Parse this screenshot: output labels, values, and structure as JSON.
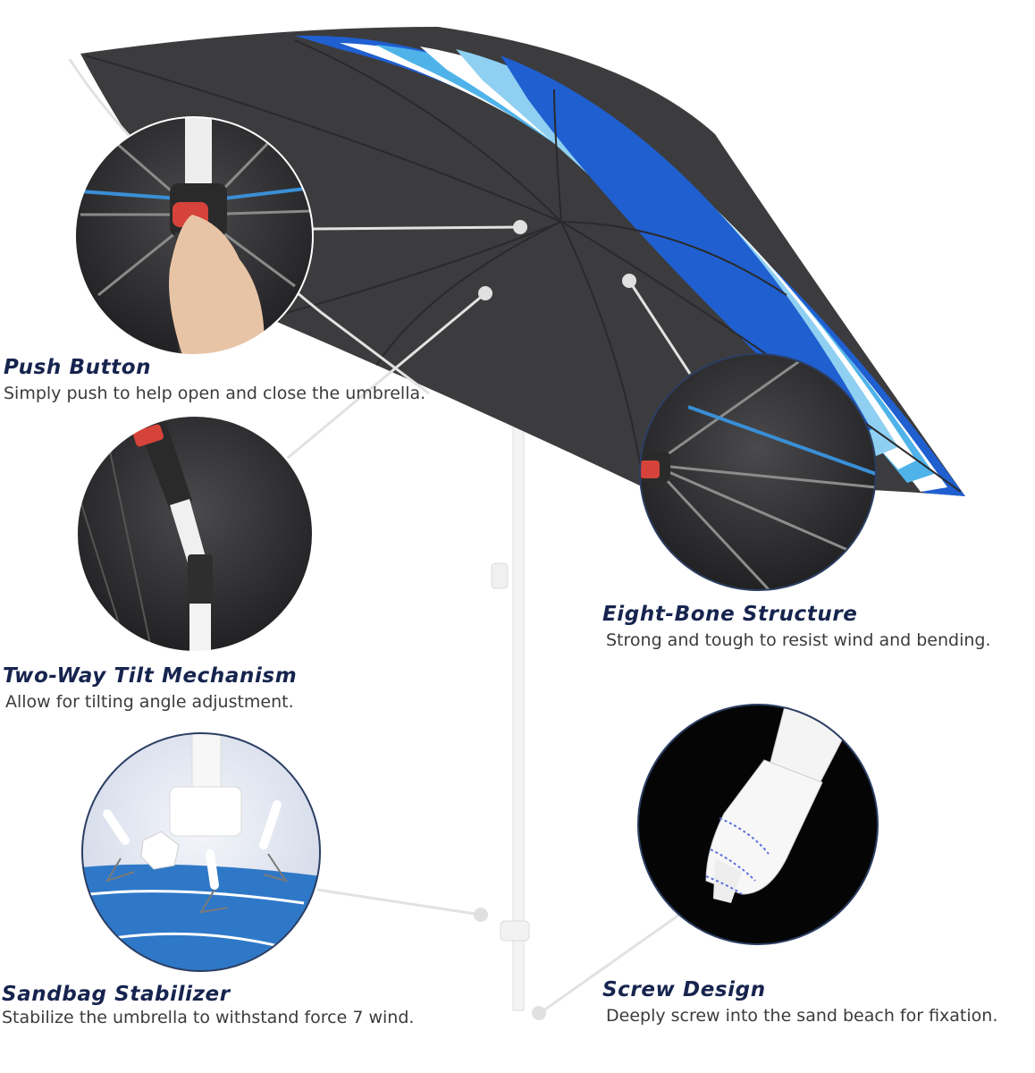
{
  "features": {
    "push_button": {
      "title": "Push Button",
      "description": "Simply push to help open and close the umbrella."
    },
    "tilt": {
      "title": "Two-Way Tilt Mechanism",
      "description": "Allow for  tilting angle adjustment."
    },
    "sandbag": {
      "title": "Sandbag Stabilizer",
      "description": "Stabilize the umbrella to withstand force 7 wind."
    },
    "eight_bone": {
      "title": "Eight-Bone Structure",
      "description": "Strong and tough to resist wind and bending."
    },
    "screw": {
      "title": "Screw Design",
      "description": "Deeply screw into the sand beach for fixation."
    }
  },
  "colors": {
    "title": "#16244e",
    "description": "#3b3b3b",
    "canopy_underside": "#3c3c3e",
    "stripe_dark_blue": "#1f5fd0",
    "stripe_light_blue": "#4fb3ea",
    "stripe_white": "#ffffff",
    "callout_line": "#e2e2e2"
  }
}
